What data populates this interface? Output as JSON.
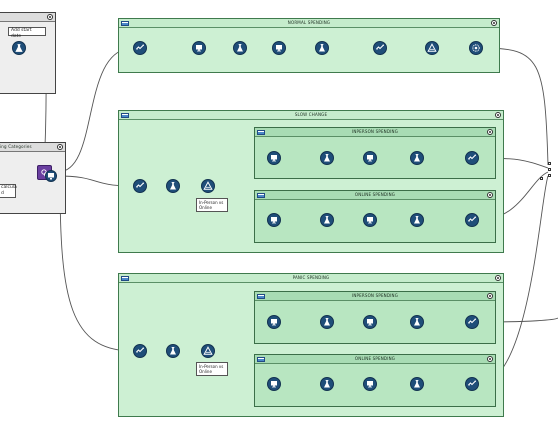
{
  "colors": {
    "container_fill": "#cdf0d3",
    "inner_container_fill": "#b8e6c1",
    "tool_fill": "#1f4e79",
    "wire": "#555555",
    "formula_tool": "#6a3fa0"
  },
  "containers": {
    "normal": {
      "title": "NORMAL SPENDING"
    },
    "slow": {
      "title": "SLOW CHANGE"
    },
    "slow_inperson": {
      "title": "INPERSON SPENDING"
    },
    "slow_online": {
      "title": "ONLINE SPENDING"
    },
    "panic": {
      "title": "PANIC SPENDING"
    },
    "panic_inperson": {
      "title": "INPERSON SPENDING"
    },
    "panic_online": {
      "title": "ONLINE SPENDING"
    },
    "left_top": {
      "title": ""
    },
    "left_mid": {
      "title": "ing Categories"
    }
  },
  "annotations": {
    "add_start_date": "Add start date",
    "left_partial": "calcula\nd",
    "slow_filter_label": "In-Person vs Online",
    "panic_filter_label": "In-Person vs Online"
  },
  "icons": {
    "sample": "sample-check-icon",
    "browse": "browse-monitor-icon",
    "formula": "formula-flask-icon",
    "filter": "filter-triangle-icon",
    "union": "union-gear-icon",
    "formula_purple": "multi-field-formula-icon"
  }
}
